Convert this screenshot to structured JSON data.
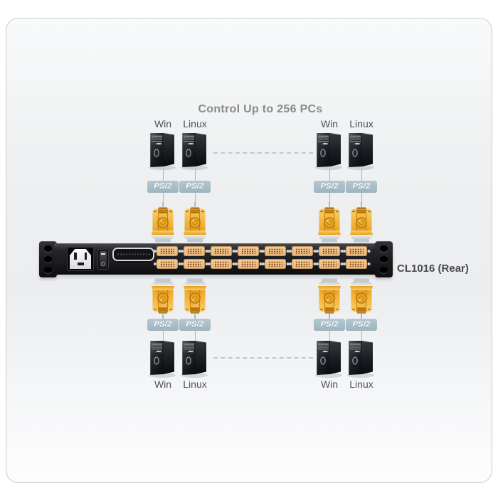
{
  "title": "Control Up to 256 PCs",
  "kvm_switch": {
    "model_label": "CL1016 (Rear)",
    "port_rows": 2,
    "ports_per_row": 8
  },
  "cable_label": "PS/2",
  "computers": {
    "top": [
      {
        "label": "Win"
      },
      {
        "label": "Linux"
      },
      {
        "label": "Win"
      },
      {
        "label": "Linux"
      }
    ],
    "bottom": [
      {
        "label": "Win"
      },
      {
        "label": "Linux"
      },
      {
        "label": "Win"
      },
      {
        "label": "Linux"
      }
    ]
  },
  "colors": {
    "connector_yellow": "#f0b23c",
    "ps2_badge_blue": "#a7bdc8",
    "kvm_chassis_black": "#1c1c1f",
    "kvm_port_tan": "#ecbf85",
    "title_gray": "#8b8b8b",
    "cable_line": "#a3b7c1"
  }
}
